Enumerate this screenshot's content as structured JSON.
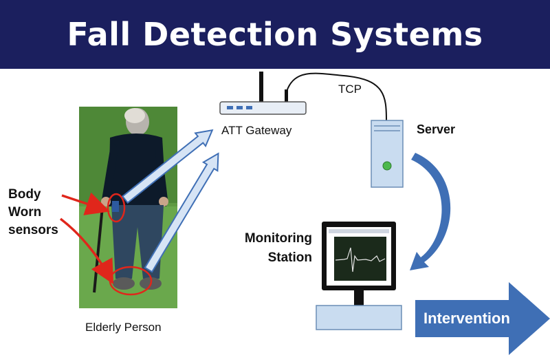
{
  "title": "Fall Detection Systems",
  "labels": {
    "gateway": "ATT Gateway",
    "tcp": "TCP",
    "server": "Server",
    "sensors": "Body Worn sensors",
    "station": "Monitoring Station",
    "person": "Elderly Person",
    "intervention": "Intervention"
  },
  "colors": {
    "banner": "#1b1f5e",
    "arrow_blue": "#3f6fb5",
    "arrow_outline_fill": "#d6e4f5",
    "sensor_red": "#e0261b",
    "grass_green": "#4f8a3a",
    "server_fill": "#c9dcf0",
    "led_green": "#4cb84c"
  },
  "icons": [
    "router-icon",
    "server-icon",
    "monitor-icon",
    "elderly-person-photo"
  ]
}
